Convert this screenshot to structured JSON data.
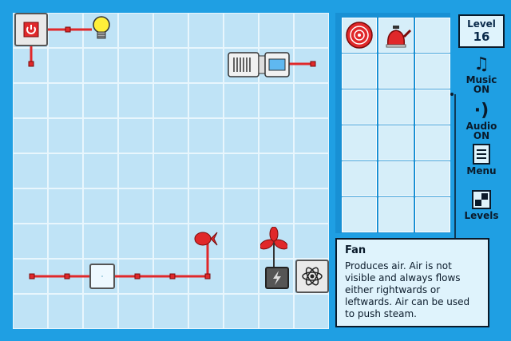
{
  "level": {
    "label": "Level",
    "number": "16"
  },
  "sidebar": {
    "music": {
      "label_top": "Music",
      "label_bottom": "ON",
      "icon": "music-note-icon"
    },
    "audio": {
      "label_top": "Audio",
      "label_bottom": "ON",
      "icon": "speaker-icon"
    },
    "menu": {
      "label": "Menu",
      "icon": "menu-icon"
    },
    "levels": {
      "label": "Levels",
      "icon": "levels-icon"
    }
  },
  "info": {
    "title": "Fan",
    "description": "Produces air. Air is not visible and always flows either rightwards or leftwards. Air can be used to push steam."
  },
  "board": {
    "columns": 9,
    "rows": 9
  },
  "inventory": {
    "columns": 3,
    "rows": 6,
    "items": [
      {
        "slot": 0,
        "name": "fire-wheel-icon"
      },
      {
        "slot": 1,
        "name": "kettle-icon"
      }
    ]
  },
  "pieces": [
    {
      "name": "power-switch",
      "icon": "power-icon"
    },
    {
      "name": "light-bulb",
      "icon": "light-bulb-icon"
    },
    {
      "name": "steam-machine",
      "icon": "radiator-icon"
    },
    {
      "name": "steam-block",
      "icon": "cloud-icon"
    },
    {
      "name": "propeller",
      "icon": "propeller-icon"
    },
    {
      "name": "fan",
      "icon": "fan-icon"
    },
    {
      "name": "battery",
      "icon": "battery-icon"
    },
    {
      "name": "atom-generator",
      "icon": "atom-icon"
    }
  ],
  "colors": {
    "background": "#1f9fe3",
    "cell": "#bfe3f6",
    "wire": "#e0282a",
    "panel": "#dff3fc"
  }
}
